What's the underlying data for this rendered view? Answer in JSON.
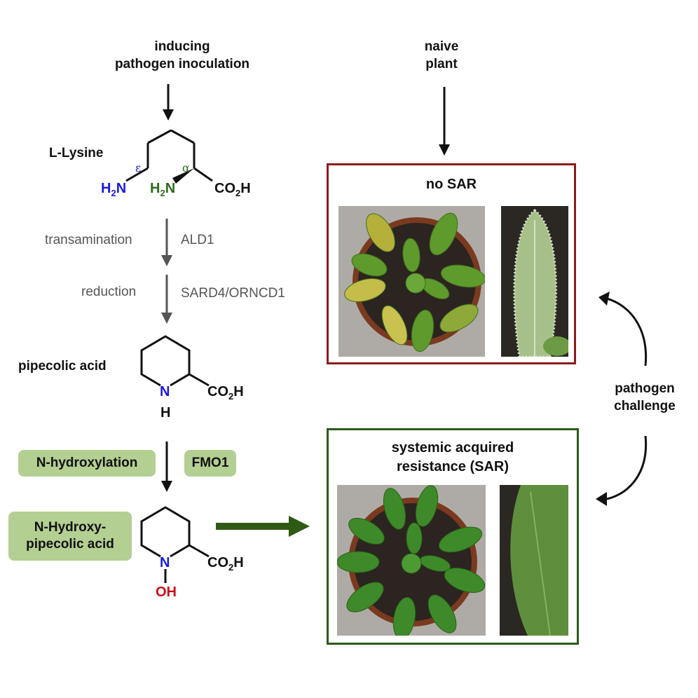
{
  "header_left": {
    "line1": "inducing",
    "line2": "pathogen inoculation"
  },
  "header_right": {
    "line1": "naive",
    "line2": "plant"
  },
  "lysine": {
    "name": "L-Lysine",
    "epsilon": "ε",
    "alpha": "α",
    "amine_eps": "H",
    "amine_alpha": "H",
    "n_letter": "N",
    "sub2": "2",
    "carboxyl_main": "CO",
    "carboxyl_sub": "2",
    "carboxyl_h": "H"
  },
  "steps": {
    "transamination": "transamination",
    "ald1": "ALD1",
    "reduction": "reduction",
    "sard4": "SARD4/ORNCD1"
  },
  "pipecolic": {
    "name": "pipecolic acid",
    "n": "N",
    "h": "H",
    "co": "CO",
    "sub2": "2",
    "ch": "H"
  },
  "hydroxylation": {
    "label": "N-hydroxylation",
    "enzyme": "FMO1"
  },
  "nhp": {
    "line1": "N-Hydroxy-",
    "line2": "pipecolic acid",
    "n": "N",
    "oh": "OH",
    "co": "CO",
    "sub2": "2",
    "ch": "H"
  },
  "no_sar_panel": {
    "title": "no SAR"
  },
  "sar_panel": {
    "title_line1": "systemic acquired",
    "title_line2": "resistance (SAR)"
  },
  "challenge": {
    "line1": "pathogen",
    "line2": "challenge"
  },
  "colors": {
    "epsilon_blue": "#1a1ad8",
    "alpha_green": "#2e6b1c",
    "oh_red": "#c8101a",
    "no_sar_border": "#8c1c1c",
    "sar_border": "#2e5a1c",
    "pill_green": "#b4cf92",
    "big_arrow": "#2e5a14",
    "gray_arrow": "#555555"
  },
  "icons": [
    "down-arrow-icon",
    "right-arrow-icon",
    "curved-arrow-icon"
  ]
}
